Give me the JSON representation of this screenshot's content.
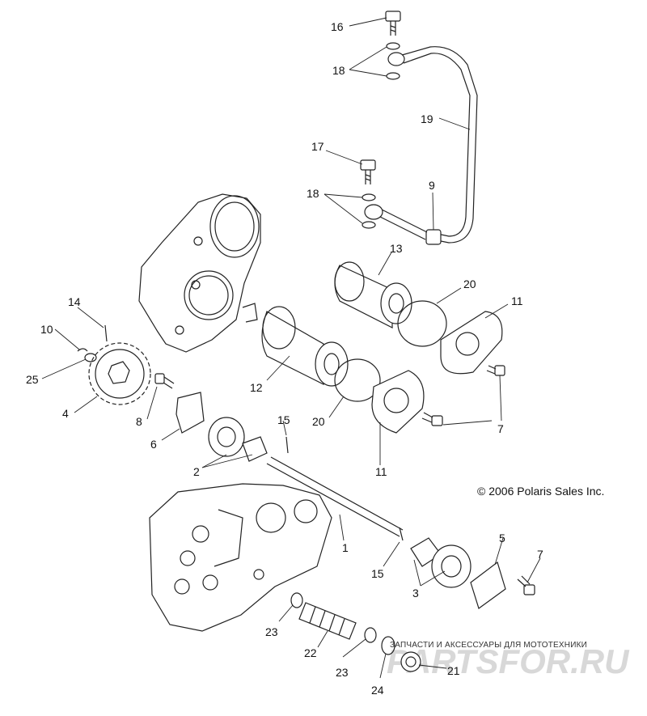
{
  "diagram": {
    "copyright": "© 2006 Polaris Sales Inc.",
    "watermark_tagline": "ЗАПЧАСТИ И АКСЕССУАРЫ ДЛЯ МОТОТЕХНИКИ",
    "watermark_logo": "PARTSFOR.RU",
    "callouts": [
      {
        "id": "c1",
        "text": "1"
      },
      {
        "id": "c2",
        "text": "2"
      },
      {
        "id": "c3",
        "text": "3"
      },
      {
        "id": "c4",
        "text": "4"
      },
      {
        "id": "c5",
        "text": "5"
      },
      {
        "id": "c6",
        "text": "6"
      },
      {
        "id": "c7a",
        "text": "7"
      },
      {
        "id": "c7b",
        "text": "7"
      },
      {
        "id": "c8",
        "text": "8"
      },
      {
        "id": "c9",
        "text": "9"
      },
      {
        "id": "c10",
        "text": "10"
      },
      {
        "id": "c11a",
        "text": "11"
      },
      {
        "id": "c11b",
        "text": "11"
      },
      {
        "id": "c12",
        "text": "12"
      },
      {
        "id": "c13",
        "text": "13"
      },
      {
        "id": "c14",
        "text": "14"
      },
      {
        "id": "c15a",
        "text": "15"
      },
      {
        "id": "c15b",
        "text": "15"
      },
      {
        "id": "c16",
        "text": "16"
      },
      {
        "id": "c17",
        "text": "17"
      },
      {
        "id": "c18a",
        "text": "18"
      },
      {
        "id": "c18b",
        "text": "18"
      },
      {
        "id": "c19",
        "text": "19"
      },
      {
        "id": "c20a",
        "text": "20"
      },
      {
        "id": "c20b",
        "text": "20"
      },
      {
        "id": "c21",
        "text": "21"
      },
      {
        "id": "c22",
        "text": "22"
      },
      {
        "id": "c23a",
        "text": "23"
      },
      {
        "id": "c23b",
        "text": "23"
      },
      {
        "id": "c24",
        "text": "24"
      },
      {
        "id": "c25",
        "text": "25"
      }
    ]
  }
}
